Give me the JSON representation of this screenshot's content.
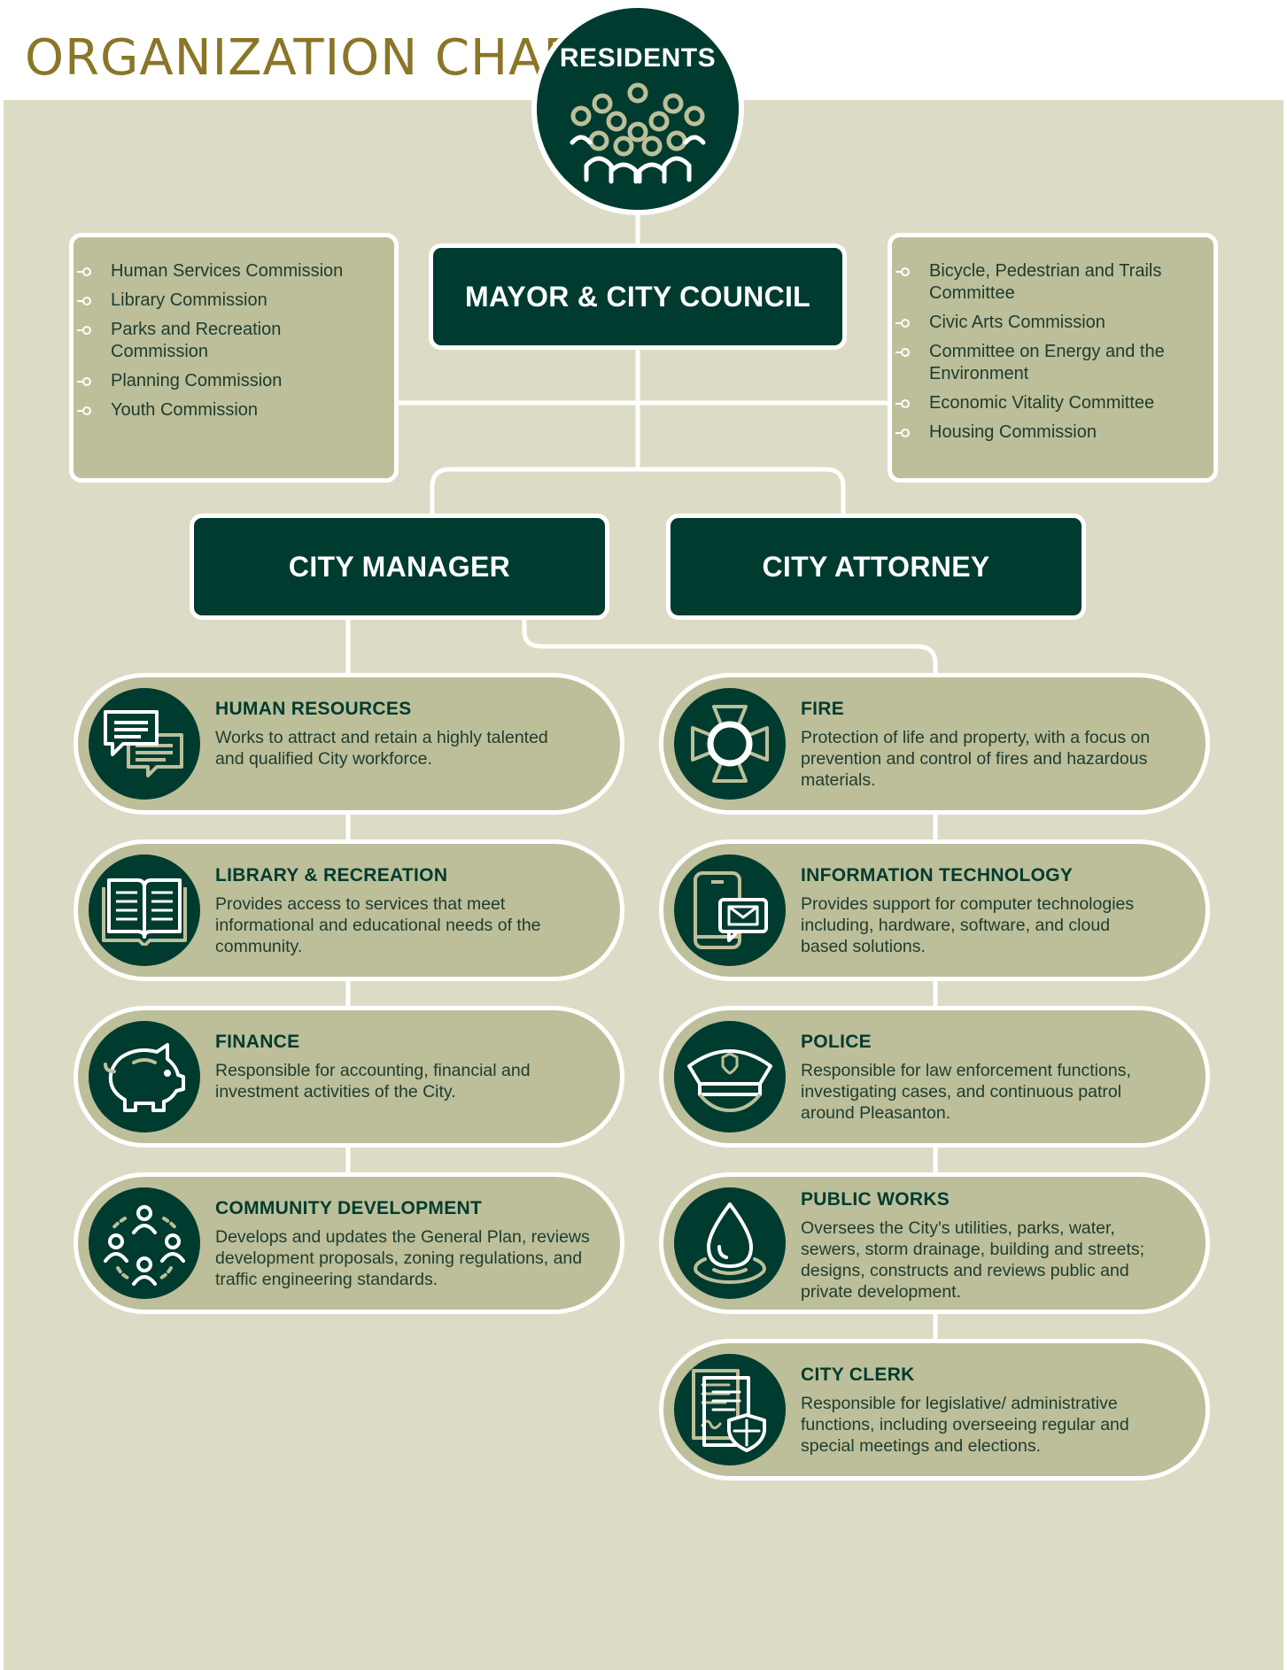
{
  "title": "ORGANIZATION CHART",
  "colors": {
    "dark_green": "#003b2f",
    "olive": "#bcbf99",
    "background": "#dcdcc6",
    "title_gold": "#8a7627",
    "icon_accent": "#bcbf99"
  },
  "residents": {
    "label": "RESIDENTS",
    "icon": "people-group-icon"
  },
  "mayor_council": {
    "label": "MAYOR & CITY COUNCIL"
  },
  "left_commissions": [
    {
      "label": "Human Services Commission"
    },
    {
      "label": "Library Commission"
    },
    {
      "label": "Parks and Recreation Commission"
    },
    {
      "label": "Planning Commission"
    },
    {
      "label": "Youth Commission"
    }
  ],
  "right_committees": [
    {
      "label": "Bicycle, Pedestrian and Trails Committee"
    },
    {
      "label": "Civic Arts Commission"
    },
    {
      "label": "Committee on Energy and the Environment"
    },
    {
      "label": "Economic Vitality Committee"
    },
    {
      "label": "Housing Commission"
    }
  ],
  "city_manager": {
    "label": "CITY MANAGER"
  },
  "city_attorney": {
    "label": "CITY ATTORNEY"
  },
  "left_departments": [
    {
      "name": "HUMAN RESOURCES",
      "description": "Works to attract and retain a highly talented and qualified City workforce.",
      "icon": "chat-bubbles-icon"
    },
    {
      "name": "LIBRARY & RECREATION",
      "description": "Provides access to services that meet informational and educational needs of the community.",
      "icon": "open-book-icon"
    },
    {
      "name": "FINANCE",
      "description": "Responsible for accounting, financial and  investment activities of the City.",
      "icon": "piggy-bank-icon"
    },
    {
      "name": "COMMUNITY DEVELOPMENT",
      "description": "Develops and updates the General Plan, reviews development proposals, zoning regulations, and traffic engineering standards.",
      "icon": "community-network-icon"
    }
  ],
  "right_departments": [
    {
      "name": "FIRE",
      "description": "Protection of life and property, with a focus on prevention and control of fires and hazardous materials.",
      "icon": "maltese-cross-icon"
    },
    {
      "name": "INFORMATION TECHNOLOGY",
      "description": "Provides support for computer technologies including, hardware, software, and cloud based solutions.",
      "icon": "phone-email-icon"
    },
    {
      "name": "POLICE",
      "description": "Responsible for law enforcement functions, investigating cases, and continuous patrol around Pleasanton.",
      "icon": "police-cap-icon"
    },
    {
      "name": "PUBLIC WORKS",
      "description": "Oversees the City's utilities, parks, water, sewers, storm drainage, building and streets; designs, constructs and reviews public and private development.",
      "icon": "water-drop-icon"
    },
    {
      "name": "CITY CLERK",
      "description": "Responsible for legislative/ administrative functions, including overseeing regular and special meetings and elections.",
      "icon": "document-shield-icon"
    }
  ]
}
